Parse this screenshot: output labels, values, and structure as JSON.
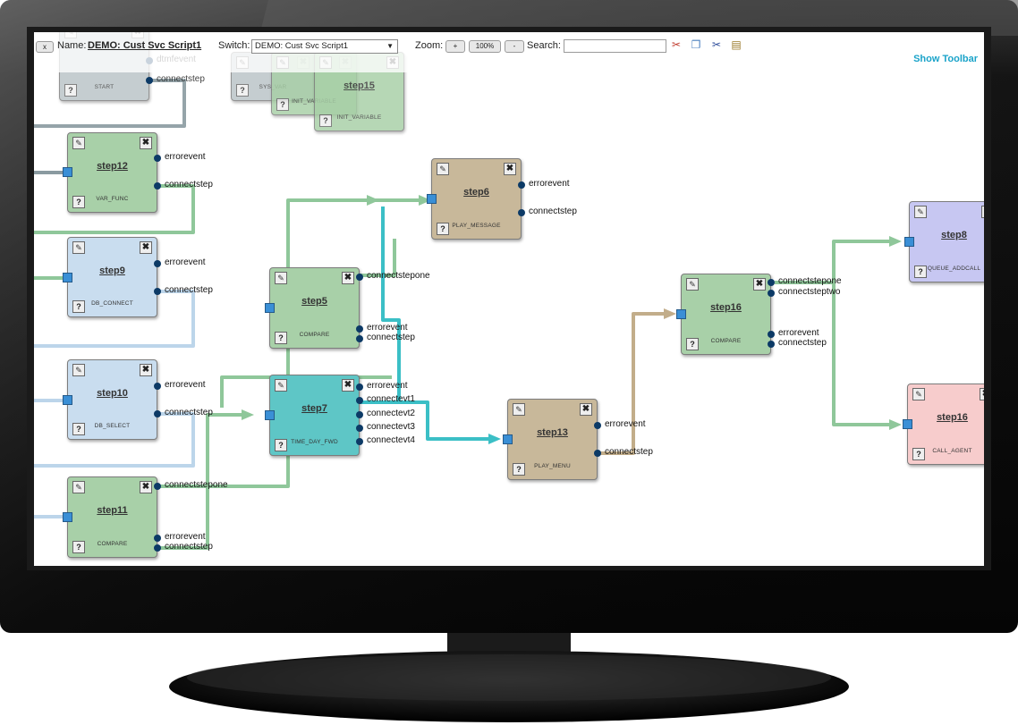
{
  "toolbar": {
    "close_label": "x",
    "name_label": "Name:",
    "name_value": "DEMO: Cust Svc Script1",
    "switch_label": "Switch:",
    "switch_value": "DEMO: Cust Svc Script1",
    "zoom_label": "Zoom:",
    "zoom_in": "+",
    "zoom_level": "100%",
    "zoom_out": "-",
    "search_label": "Search:",
    "search_value": "",
    "show_toolbar": "Show Toolbar",
    "icons": [
      "delete-tool-icon",
      "copy-icon",
      "cut-icon",
      "paste-icon"
    ]
  },
  "nodes": [
    {
      "id": "start",
      "title": "",
      "type": "START",
      "color": "#b9c3c6",
      "faded": true,
      "ports": [
        "dtmfevent",
        "connectstep"
      ]
    },
    {
      "id": "sysvar",
      "title": "",
      "type": "SYS_VAR",
      "color": "#b9c3c6",
      "faded": true,
      "ports": []
    },
    {
      "id": "init1",
      "title": "",
      "type": "INIT_VARIABLE",
      "color": "#a7cfa6",
      "faded": true,
      "ports": []
    },
    {
      "id": "step15",
      "title": "step15",
      "type": "INIT_VARIABLE",
      "color": "#a7cfa6",
      "faded": true,
      "ports": []
    },
    {
      "id": "step12",
      "title": "step12",
      "type": "VAR_FUNC",
      "color": "#a8d0a8",
      "ports": [
        "errorevent",
        "connectstep"
      ]
    },
    {
      "id": "step9",
      "title": "step9",
      "type": "DB_CONNECT",
      "color": "#c9ddef",
      "ports": [
        "errorevent",
        "connectstep"
      ]
    },
    {
      "id": "step10",
      "title": "step10",
      "type": "DB_SELECT",
      "color": "#c9ddef",
      "ports": [
        "errorevent",
        "connectstep"
      ]
    },
    {
      "id": "step11",
      "title": "step11",
      "type": "COMPARE",
      "color": "#a8d0a8",
      "ports": [
        "connectstepone",
        "errorevent",
        "connectstep"
      ]
    },
    {
      "id": "step5",
      "title": "step5",
      "type": "COMPARE",
      "color": "#a8d0a8",
      "ports": [
        "connectstepone",
        "errorevent",
        "connectstep"
      ]
    },
    {
      "id": "step7",
      "title": "step7",
      "type": "TIME_DAY_FWD",
      "color": "#5ec6c6",
      "ports": [
        "errorevent",
        "connectevt1",
        "connectevt2",
        "connectevt3",
        "connectevt4"
      ]
    },
    {
      "id": "step6",
      "title": "step6",
      "type": "PLAY_MESSAGE",
      "color": "#c8b89a",
      "ports": [
        "errorevent",
        "connectstep"
      ]
    },
    {
      "id": "step13",
      "title": "step13",
      "type": "PLAY_MENU",
      "color": "#c8b89a",
      "ports": [
        "errorevent",
        "connectstep"
      ]
    },
    {
      "id": "step16a",
      "title": "step16",
      "type": "COMPARE",
      "color": "#a8d0a8",
      "ports": [
        "connectstepone",
        "connectsteptwo",
        "errorevent",
        "connectstep"
      ]
    },
    {
      "id": "step8",
      "title": "step8",
      "type": "QUEUE_ADDCALL",
      "color": "#c7c7f2",
      "ports": []
    },
    {
      "id": "step16b",
      "title": "step16",
      "type": "CALL_AGENT",
      "color": "#f7cccc",
      "ports": []
    }
  ],
  "colors": {
    "green_line": "#8fc79a",
    "blue_line": "#bcd5ea",
    "teal_line": "#3bbfc6",
    "tan_line": "#c2ad8a",
    "grey_line": "#8a9aa0",
    "port": "#0c3a66",
    "inport": "#3a8fd6",
    "accent": "#1aa3c9"
  }
}
